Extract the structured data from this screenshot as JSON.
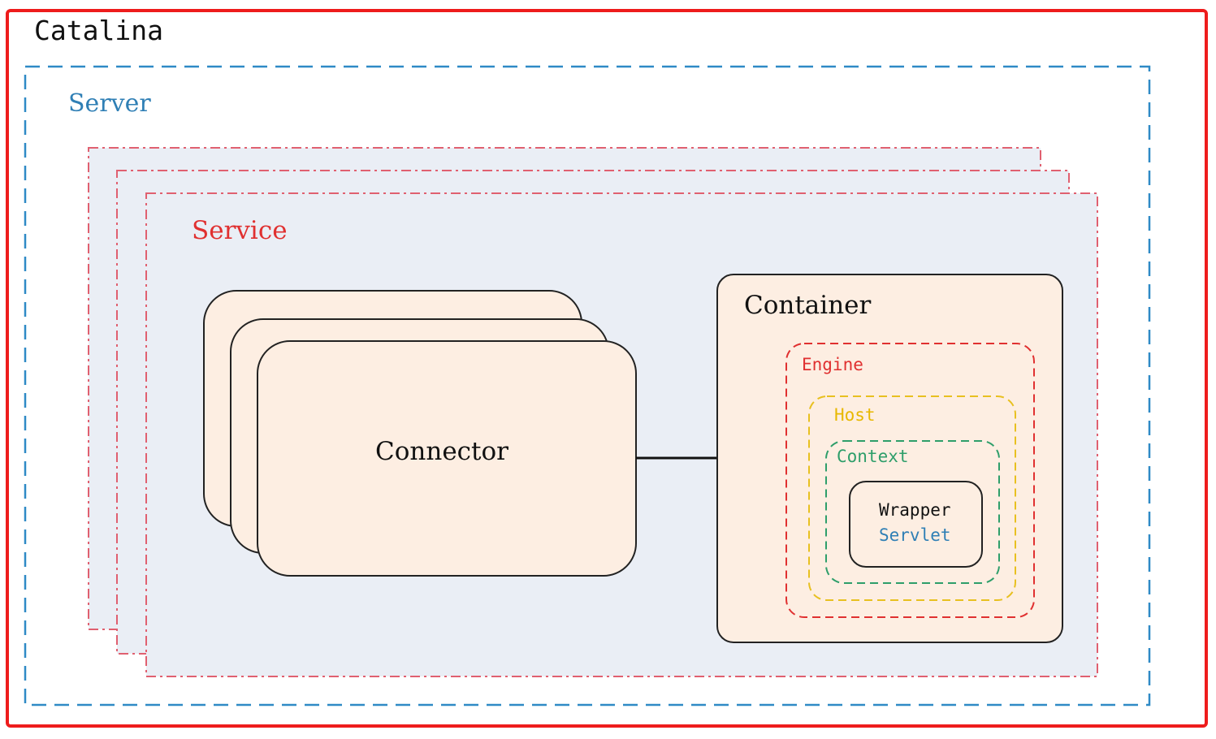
{
  "catalina": {
    "label": "Catalina"
  },
  "server": {
    "label": "Server"
  },
  "service": {
    "label": "Service"
  },
  "connector": {
    "label": "Connector"
  },
  "container": {
    "label": "Container",
    "engine": "Engine",
    "host": "Host",
    "context": "Context",
    "wrapper": "Wrapper",
    "servlet": "Servlet"
  },
  "colors": {
    "catalina_border": "#ee1c1c",
    "server_border": "#2f8ac6",
    "service_border": "#e06070",
    "service_fill": "#eaeef5",
    "box_fill": "#fdeee2",
    "engine": "#e03030",
    "host": "#e8c020",
    "context": "#2e9e6a",
    "servlet": "#2f7fb5"
  }
}
